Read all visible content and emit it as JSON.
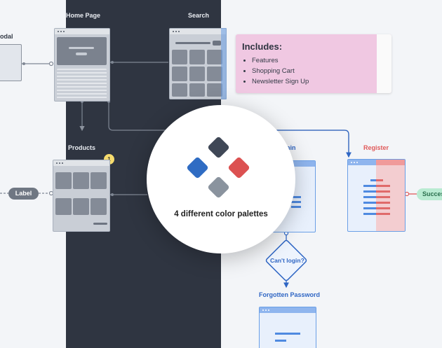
{
  "screens": {
    "modal": "odal",
    "home": "Home Page",
    "search": "Search",
    "products": "Products",
    "login": "nin",
    "register": "Register",
    "forgotten": "Forgotten Password"
  },
  "products_badge": "1",
  "callout": {
    "title": "Includes:",
    "items": [
      "Features",
      "Shopping Cart",
      "Newsletter Sign Up"
    ]
  },
  "center_circle": {
    "caption": "4 different color palettes",
    "palette_colors": [
      "#3f4756",
      "#2f6cc3",
      "#dc5151",
      "#8a939e"
    ]
  },
  "decision": "Can't login?",
  "pills": {
    "label": "Label",
    "success": "Succes"
  },
  "colors": {
    "dark_band": "#2f3541",
    "accent_blue": "#4f8ae0",
    "accent_red": "#e06a6a",
    "callout_pink": "#f0c8e2"
  }
}
